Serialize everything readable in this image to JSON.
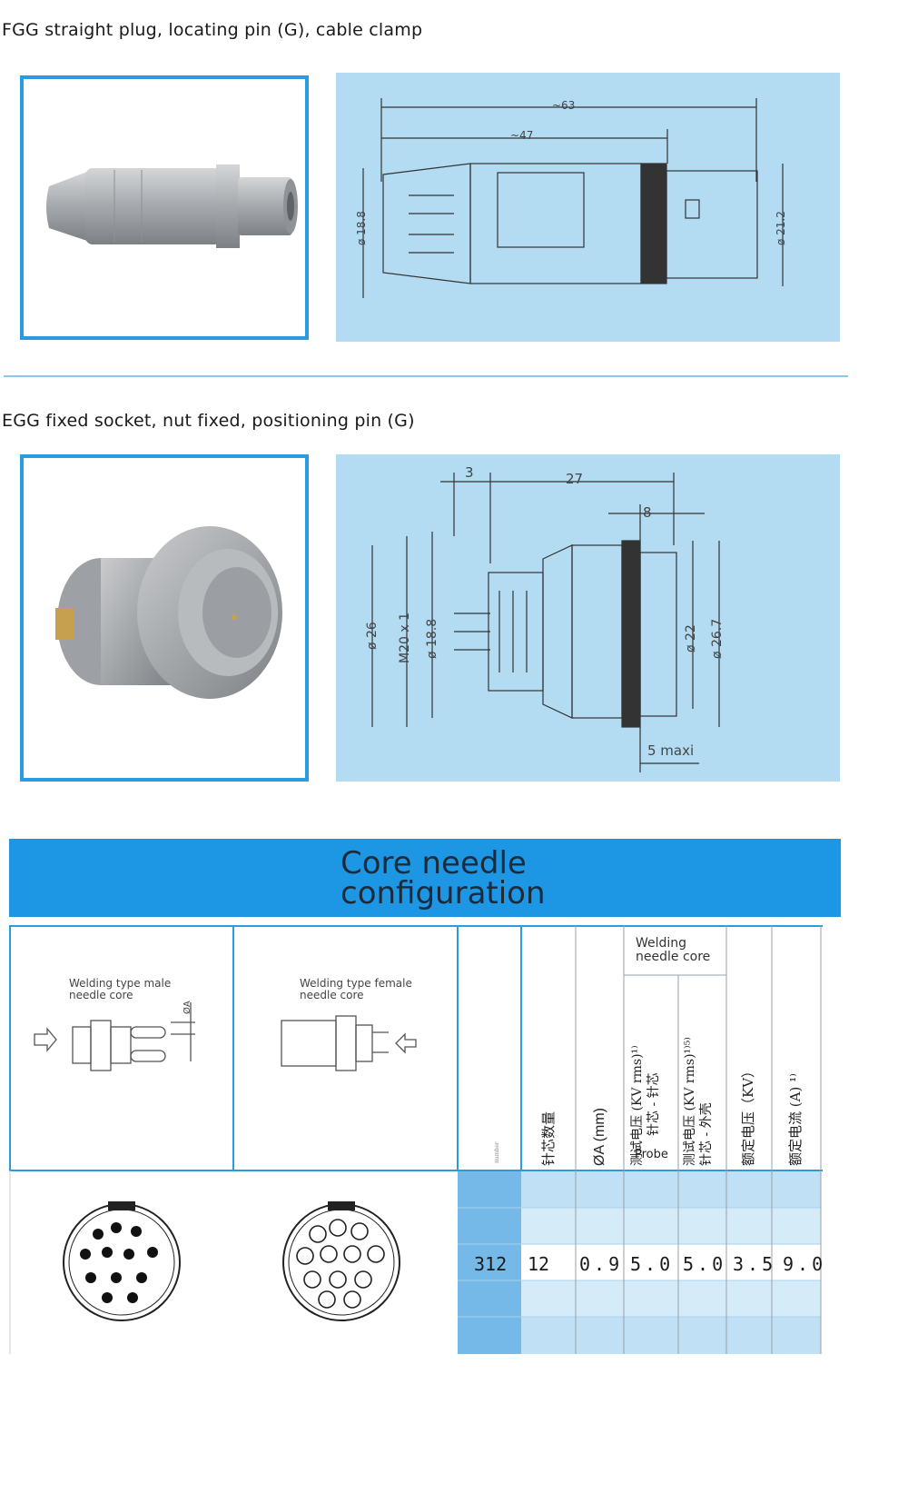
{
  "section1": {
    "title": "FGG straight plug, locating pin (G), cable clamp",
    "dims": {
      "d63": "~63",
      "d47": "~47",
      "dia188": "ø 18.8",
      "dia212": "ø 21.2"
    }
  },
  "section2": {
    "title": "EGG fixed socket, nut fixed, positioning pin (G)",
    "dims": {
      "d3": "3",
      "d27": "27",
      "d8": "8",
      "dia26": "ø 26",
      "m20": "M20 x 1",
      "dia188": "ø 18.8",
      "dia22": "ø 22",
      "dia267": "ø 26.7",
      "maxi": "5 maxi"
    }
  },
  "banner": {
    "line1": "Core needle",
    "line2": "configuration"
  },
  "table": {
    "male_label_1": "Welding type male",
    "male_label_2": "needle core",
    "male_dim": "ØA",
    "female_label_1": "Welding type female",
    "female_label_2": "needle core",
    "group_header_1": "Welding",
    "group_header_2": "needle core",
    "headers": {
      "number": "number",
      "pin_count": "针芯数量",
      "dia_a": "ØA (mm)",
      "test_v_pin_1": "测试电压 (KV rms)¹⁾",
      "test_v_pin_2": "针芯 - 针芯",
      "probe": "Probe",
      "test_v_shell_1": "测试电压 (KV rms)¹⁾⁵⁾",
      "test_v_shell_2": "针芯 - 外壳",
      "rated_v": "额定电压（KV）",
      "rated_a": "额定电流 (A) ¹⁾"
    },
    "row": {
      "number": "312",
      "pin_count": "12",
      "dia_a": "0.9",
      "test_v_pin": "5.0",
      "test_v_shell": "5.0",
      "rated_v": "3.5",
      "rated_a": "9.0"
    }
  }
}
